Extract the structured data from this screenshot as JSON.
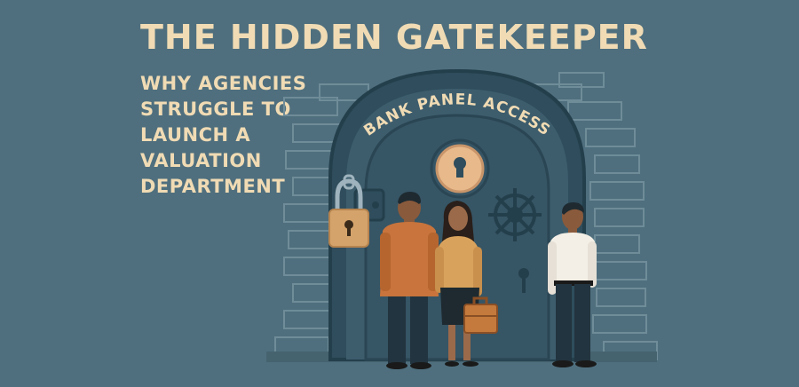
{
  "title": "THE HIDDEN GATEKEEPER",
  "subtitle_lines": [
    "WHY AGENCIES",
    "STRUGGLE TO",
    "LAUNCH A",
    "VALUATION",
    "DEPARTMENT"
  ],
  "arch_label": "BANK PANEL ACCESS",
  "colors": {
    "background": "#4f6f7e",
    "text": "#f0dbb4",
    "door": "#3a5a6a",
    "keyhole_plate": "#e8b98a",
    "padlock": "#d4a36b"
  },
  "icons": [
    "padlock-icon",
    "keyhole-icon",
    "vault-wheel-icon",
    "briefcase-icon"
  ]
}
